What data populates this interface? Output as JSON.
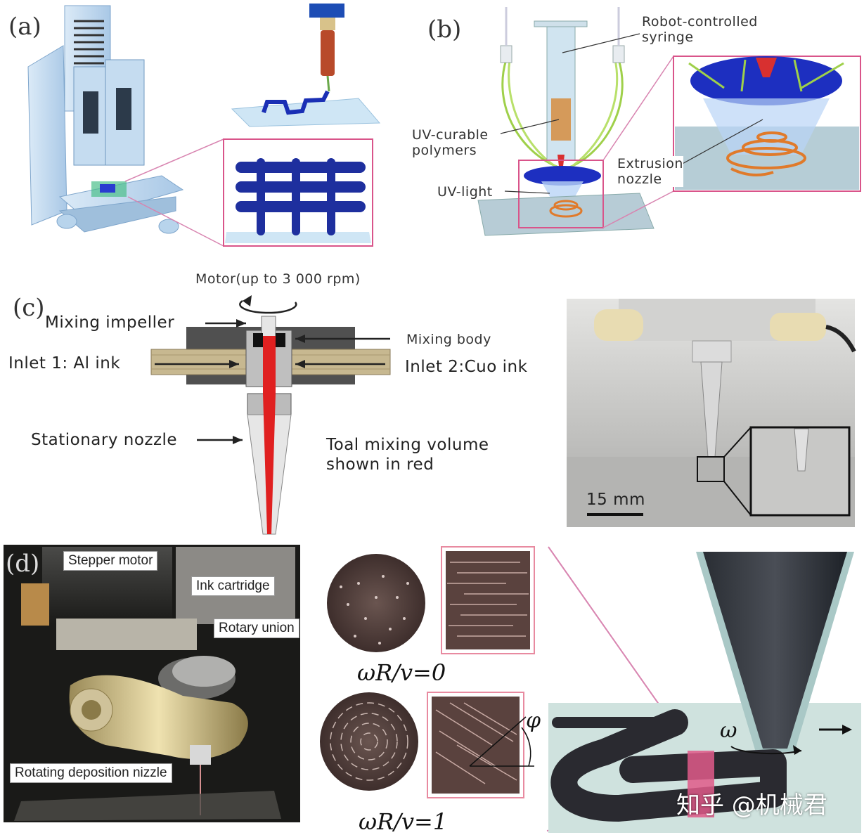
{
  "panels": {
    "a": {
      "label": "(a)"
    },
    "b": {
      "label": "(b)",
      "robot_syringe": "Robot-controlled\nsyringe",
      "uv_polymers": "UV-curable\npolymers",
      "uv_light": "UV-light",
      "extrusion_nozzle": "Extrusion\nnozzle"
    },
    "c": {
      "label": "(c)",
      "motor": "Motor(up to 3 000 rpm)",
      "mixing_impeller": "Mixing impeller",
      "mixing_body": "Mixing body",
      "inlet1": "Inlet 1: Al ink",
      "inlet2": "Inlet 2:Cuo ink",
      "stationary_nozzle": "Stationary nozzle",
      "mixing_volume": "Toal mixing volume\nshown in red",
      "scale_bar": "15 mm"
    },
    "d": {
      "label": "(d)",
      "stepper_motor": "Stepper motor",
      "ink_cartridge": "Ink cartridge",
      "rotary_union": "Rotary union",
      "rotating_nozzle": "Rotating deposition nizzle",
      "formula1": "ωR/v=0",
      "formula2": "ωR/v=1",
      "phi": "φ",
      "omega": "ω"
    }
  },
  "watermark": "知乎 @机械君",
  "colors": {
    "accent_blue": "#1a2fb5",
    "frame_pink": "#d9548a",
    "mix_red": "#e02020"
  }
}
